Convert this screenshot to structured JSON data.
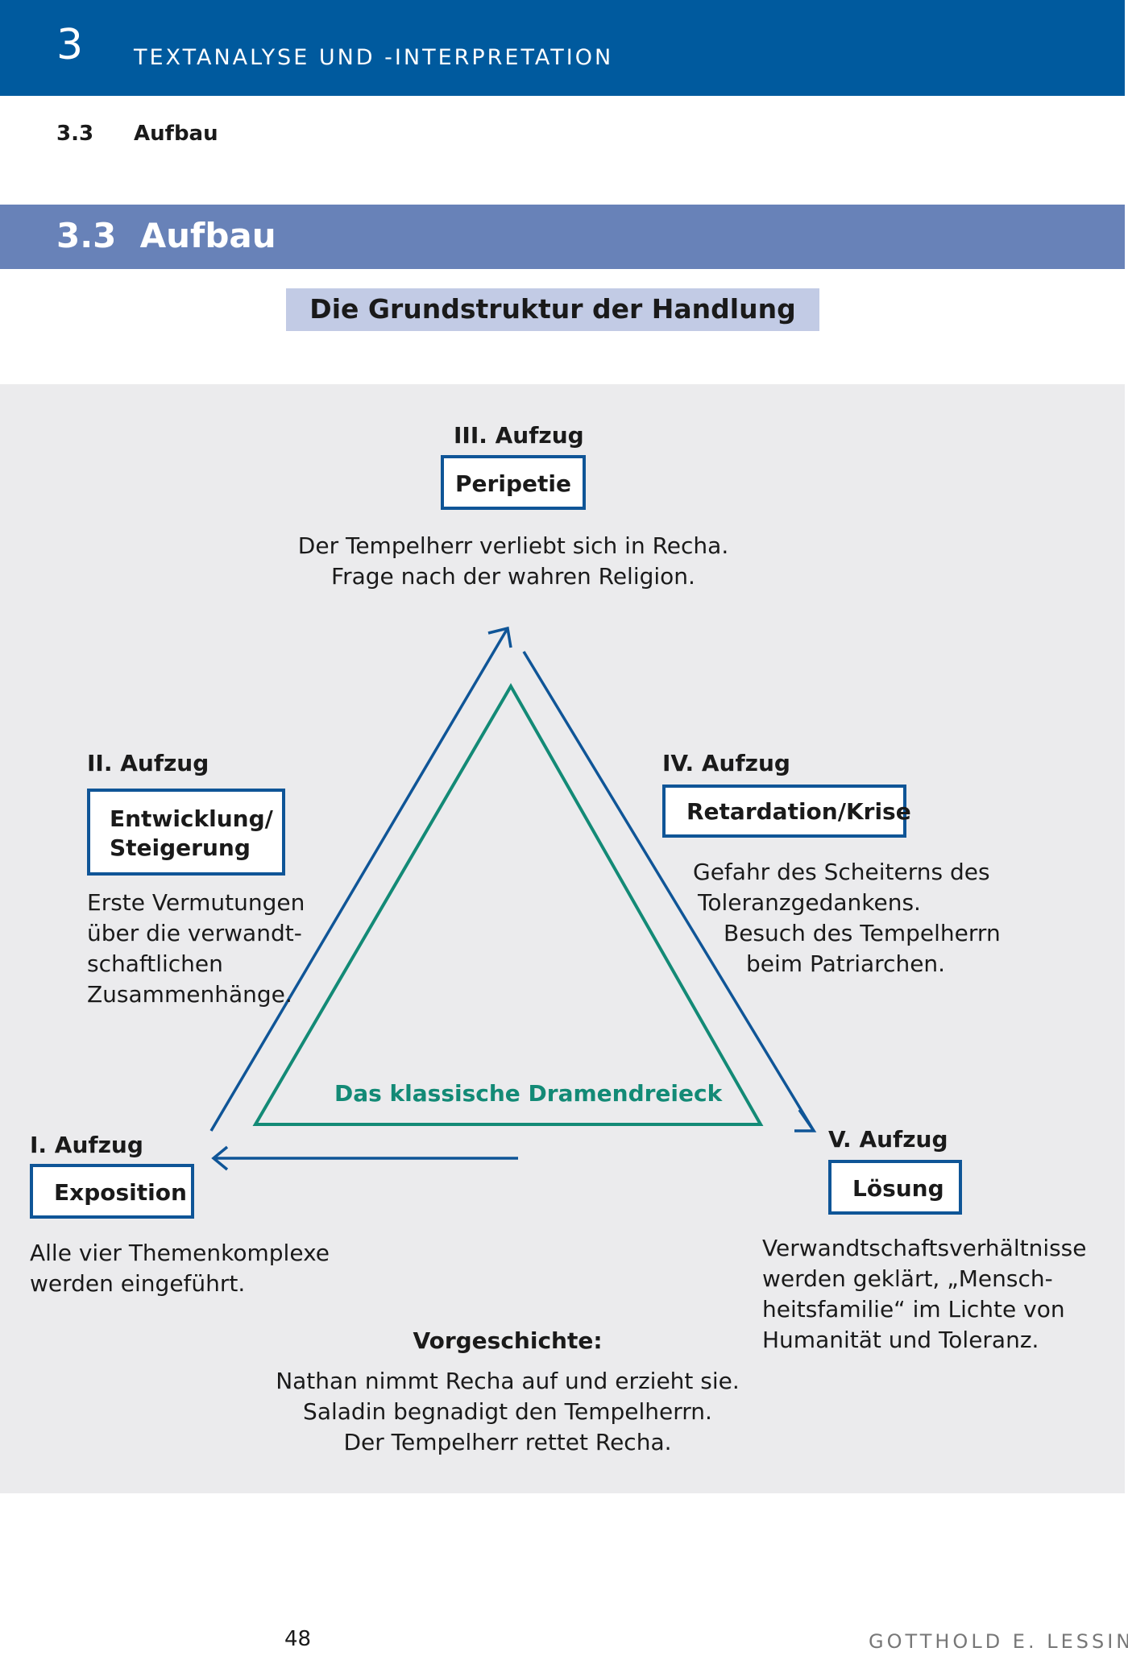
{
  "header": {
    "chapter_number": "3",
    "chapter_title": "TEXTANALYSE UND -INTERPRETATION"
  },
  "subheader": {
    "number": "3.3",
    "title": "Aufbau"
  },
  "section": {
    "title": "3.3  Aufbau"
  },
  "diagram": {
    "title": "Die Grundstruktur der Handlung",
    "triangle_label": "Das klassische Dramendreieck",
    "acts": {
      "act3": {
        "label": "III. Aufzug",
        "stage": "Peripetie",
        "desc": [
          "Der Tempelherr verliebt sich in Recha.",
          "Frage nach der wahren Religion."
        ]
      },
      "act2": {
        "label": "II. Aufzug",
        "stage": [
          "Entwicklung/",
          "Steigerung"
        ],
        "desc": [
          "Erste Vermutungen",
          "über die verwandt-",
          "schaftlichen",
          "Zusammenhänge."
        ]
      },
      "act4": {
        "label": "IV. Aufzug",
        "stage": "Retardation/Krise",
        "desc": [
          "Gefahr des Scheiterns des",
          "Toleranzgedankens.",
          "Besuch des Tempelherrn",
          "beim Patriarchen."
        ]
      },
      "act1": {
        "label": "I. Aufzug",
        "stage": "Exposition",
        "desc": [
          "Alle vier Themenkomplexe",
          "werden eingeführt."
        ]
      },
      "act5": {
        "label": "V. Aufzug",
        "stage": "Lösung",
        "desc": [
          "Verwandtschaftsverhältnisse",
          "werden geklärt, „Mensch-",
          "heitsfamilie“ im Lichte von",
          "Humanität und Toleranz."
        ]
      }
    },
    "vorgeschichte": {
      "label": "Vorgeschichte:",
      "desc": [
        "Nathan nimmt Recha auf und erzieht sie.",
        "Saladin begnadigt den Tempelherrn.",
        "Der Tempelherr rettet Recha."
      ]
    }
  },
  "footer": {
    "page_number": "48",
    "author": "GOTTHOLD E. LESSING"
  },
  "colors": {
    "header_blue": "#005a9e",
    "section_blue": "#6882b8",
    "title_box": "#c2cbe5",
    "panel_gray": "#ebebed",
    "arrow_blue": "#0f5597",
    "triangle_green": "#138a76"
  }
}
